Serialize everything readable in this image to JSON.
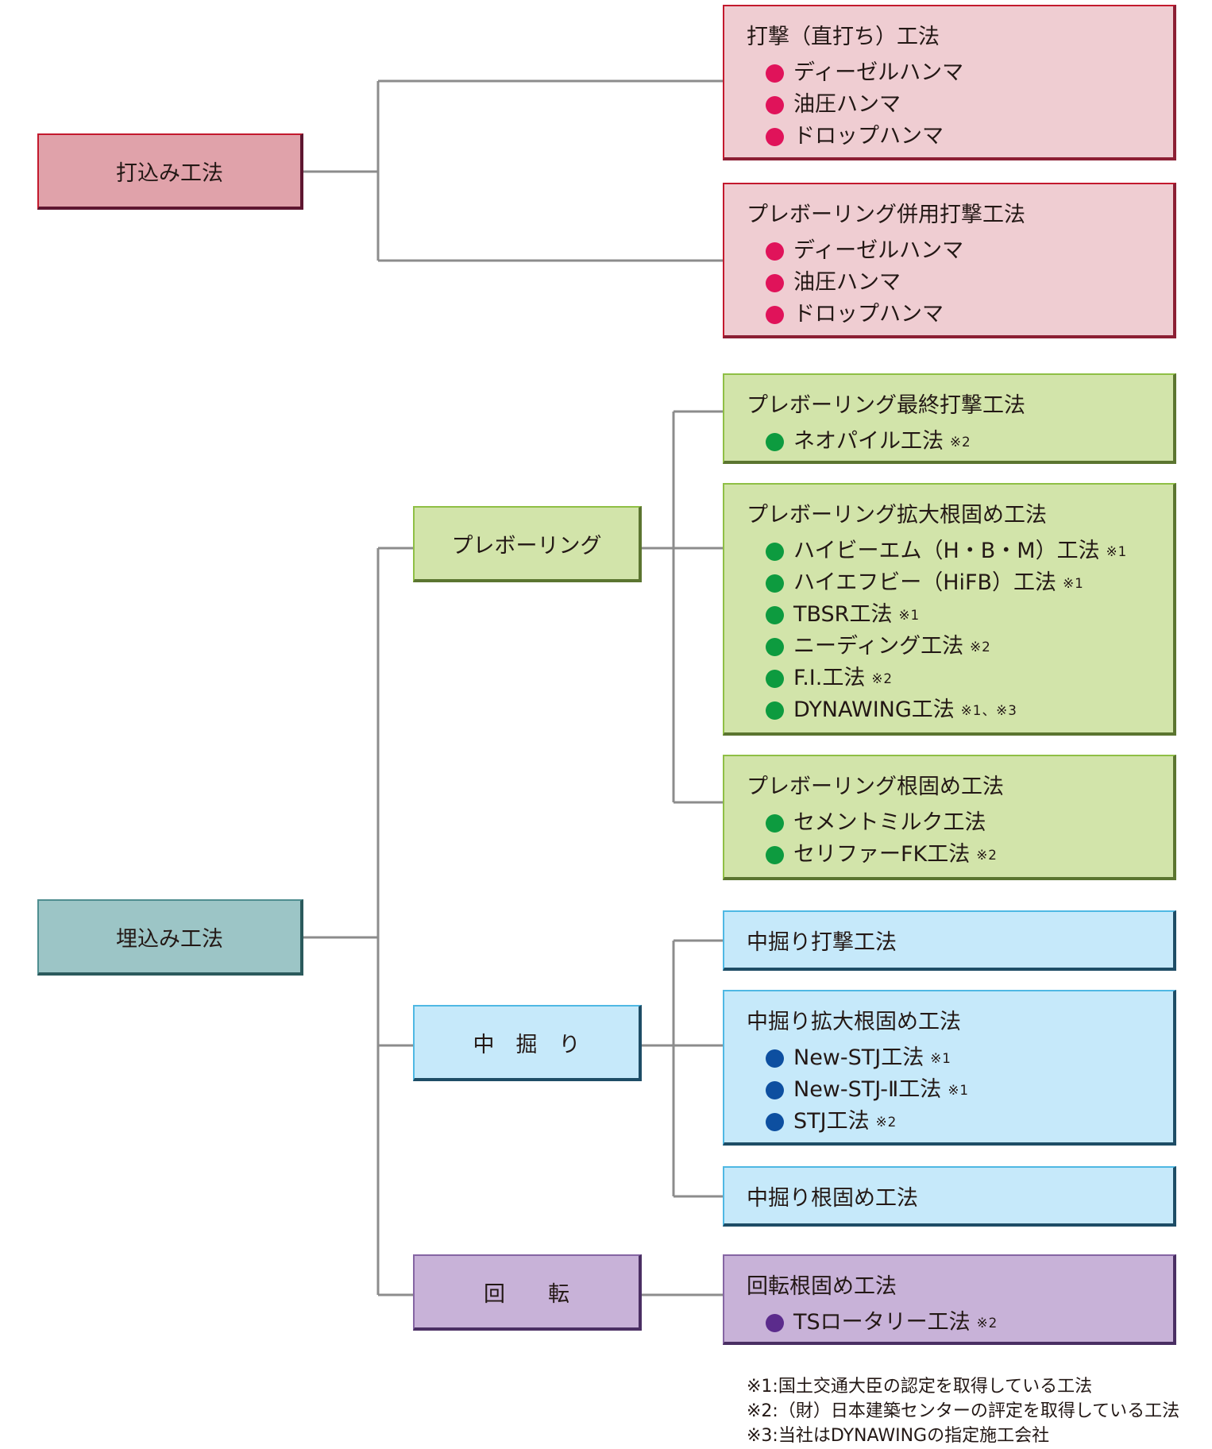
{
  "colors": {
    "pink_bullet": "#e0135a",
    "green_bullet": "#0d9b3f",
    "blue_bullet": "#0d4fa0",
    "purple_bullet": "#5b2b8c",
    "connector": "#8c8c8c"
  },
  "nodes": {
    "uchikomi": "打込み工法",
    "umekomi": "埋込み工法",
    "preboring": "プレボーリング",
    "nakabori": "中　掘　り",
    "kaiten": "回　　転"
  },
  "methods": [
    {
      "title": "打撃（直打ち）工法",
      "items": [
        {
          "label": "ディーゼルハンマ",
          "note": ""
        },
        {
          "label": "油圧ハンマ",
          "note": ""
        },
        {
          "label": "ドロップハンマ",
          "note": ""
        }
      ]
    },
    {
      "title": "プレボーリング併用打撃工法",
      "items": [
        {
          "label": "ディーゼルハンマ",
          "note": ""
        },
        {
          "label": "油圧ハンマ",
          "note": ""
        },
        {
          "label": "ドロップハンマ",
          "note": ""
        }
      ]
    },
    {
      "title": "プレボーリング最終打撃工法",
      "items": [
        {
          "label": "ネオパイル工法",
          "note": "※2"
        }
      ]
    },
    {
      "title": "プレボーリング拡大根固め工法",
      "items": [
        {
          "label": "ハイビーエム（H・B・M）工法",
          "note": "※1"
        },
        {
          "label": "ハイエフビー（HiFB）工法",
          "note": "※1"
        },
        {
          "label": "TBSR工法",
          "note": "※1"
        },
        {
          "label": "ニーディング工法",
          "note": "※2"
        },
        {
          "label": "F.I.工法",
          "note": "※2"
        },
        {
          "label": "DYNAWING工法",
          "note": "※1、※3"
        }
      ]
    },
    {
      "title": "プレボーリング根固め工法",
      "items": [
        {
          "label": "セメントミルク工法",
          "note": ""
        },
        {
          "label": "セリファーFK工法",
          "note": "※2"
        }
      ]
    },
    {
      "title": "中掘り打撃工法",
      "items": []
    },
    {
      "title": "中掘り拡大根固め工法",
      "items": [
        {
          "label": "New-STJ工法",
          "note": "※1"
        },
        {
          "label": "New-STJ-Ⅱ工法",
          "note": "※1"
        },
        {
          "label": "STJ工法",
          "note": "※2"
        }
      ]
    },
    {
      "title": "中掘り根固め工法",
      "items": []
    },
    {
      "title": "回転根固め工法",
      "items": [
        {
          "label": "TSロータリー工法",
          "note": "※2"
        }
      ]
    }
  ],
  "footnotes": [
    "※1:国土交通大臣の認定を取得している工法",
    "※2:（財）日本建築センターの評定を取得している工法",
    "※3:当社はDYNAWINGの指定施工会社"
  ]
}
